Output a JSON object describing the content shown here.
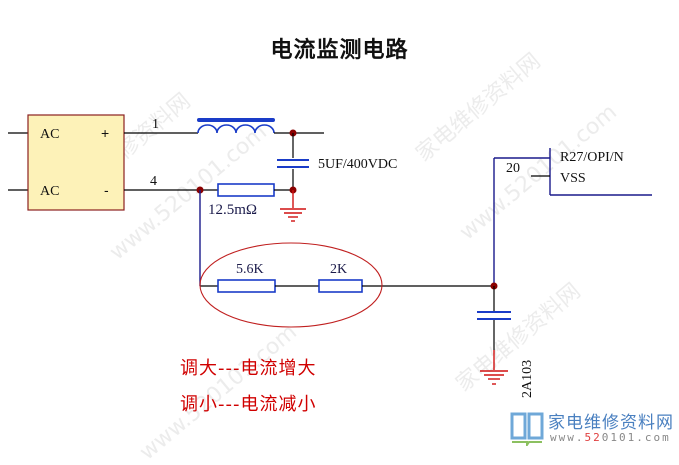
{
  "title": "电流监测电路",
  "components": {
    "ac_block": {
      "label_top": "AC",
      "label_bottom": "AC",
      "pin_plus": "+",
      "pin_minus": "-"
    },
    "wires": {
      "pin1_label": "1",
      "pin4_label": "4"
    },
    "capacitor_main": {
      "label": "5UF/400VDC"
    },
    "shunt_resistor": {
      "label": "12.5mΩ"
    },
    "resistor_a": {
      "label": "5.6K"
    },
    "resistor_b": {
      "label": "2K"
    },
    "ic_pin": {
      "pin_number": "20",
      "signal_1": "R27/OPI/N",
      "signal_2": "VSS"
    },
    "capacitor_filter": {
      "label": "2A103"
    }
  },
  "notes": {
    "line1": "调大---电流增大",
    "line2": "调小---电流减小"
  },
  "logo": {
    "name": "家电维修资料网",
    "url_prefix": "www.",
    "url_highlight": "52",
    "url_suffix": "0101.com"
  },
  "watermarks": [
    "家电维修资料网",
    "www.520101.com"
  ],
  "colors": {
    "wire_black": "#000000",
    "wire_blue": "#1a1a8c",
    "component_blue": "#1a3cc8",
    "ground_red": "#d01010",
    "junction": "#8b0000",
    "ac_block_fill": "#fdf2b8",
    "ac_block_border": "#8b2020",
    "ellipse": "#c02020",
    "note_red": "#d00000"
  }
}
